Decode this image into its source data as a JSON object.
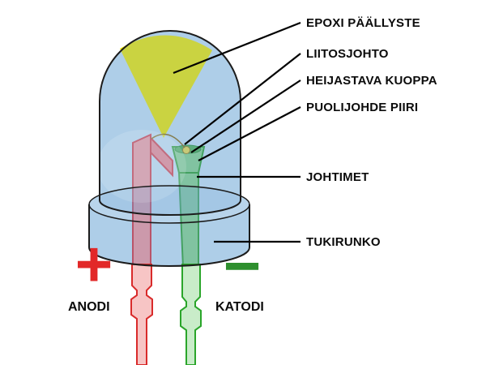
{
  "figure": {
    "type": "led-cross-section-diagram",
    "background": "#ffffff",
    "callouts": [
      {
        "id": "epoxy",
        "label": "EPOXI PÄÄLLYSTE"
      },
      {
        "id": "bond-wire",
        "label": "LIITOSJOHTO"
      },
      {
        "id": "reflector",
        "label": "HEIJASTAVA KUOPPA"
      },
      {
        "id": "die",
        "label": "PUOLIJOHDE PIIRI"
      },
      {
        "id": "leads",
        "label": "JOHTIMET"
      },
      {
        "id": "frame",
        "label": "TUKIRUNKO"
      }
    ],
    "terminals": {
      "anode_label": "ANODI",
      "anode_symbol": "+",
      "cathode_label": "KATODI",
      "cathode_symbol": "−"
    },
    "colors": {
      "epoxy_body": "#c6def0",
      "light_cone": "#eee600",
      "anode_red": "#e22828",
      "cathode_green": "#2e8f2e",
      "callout_line": "#000000"
    }
  }
}
